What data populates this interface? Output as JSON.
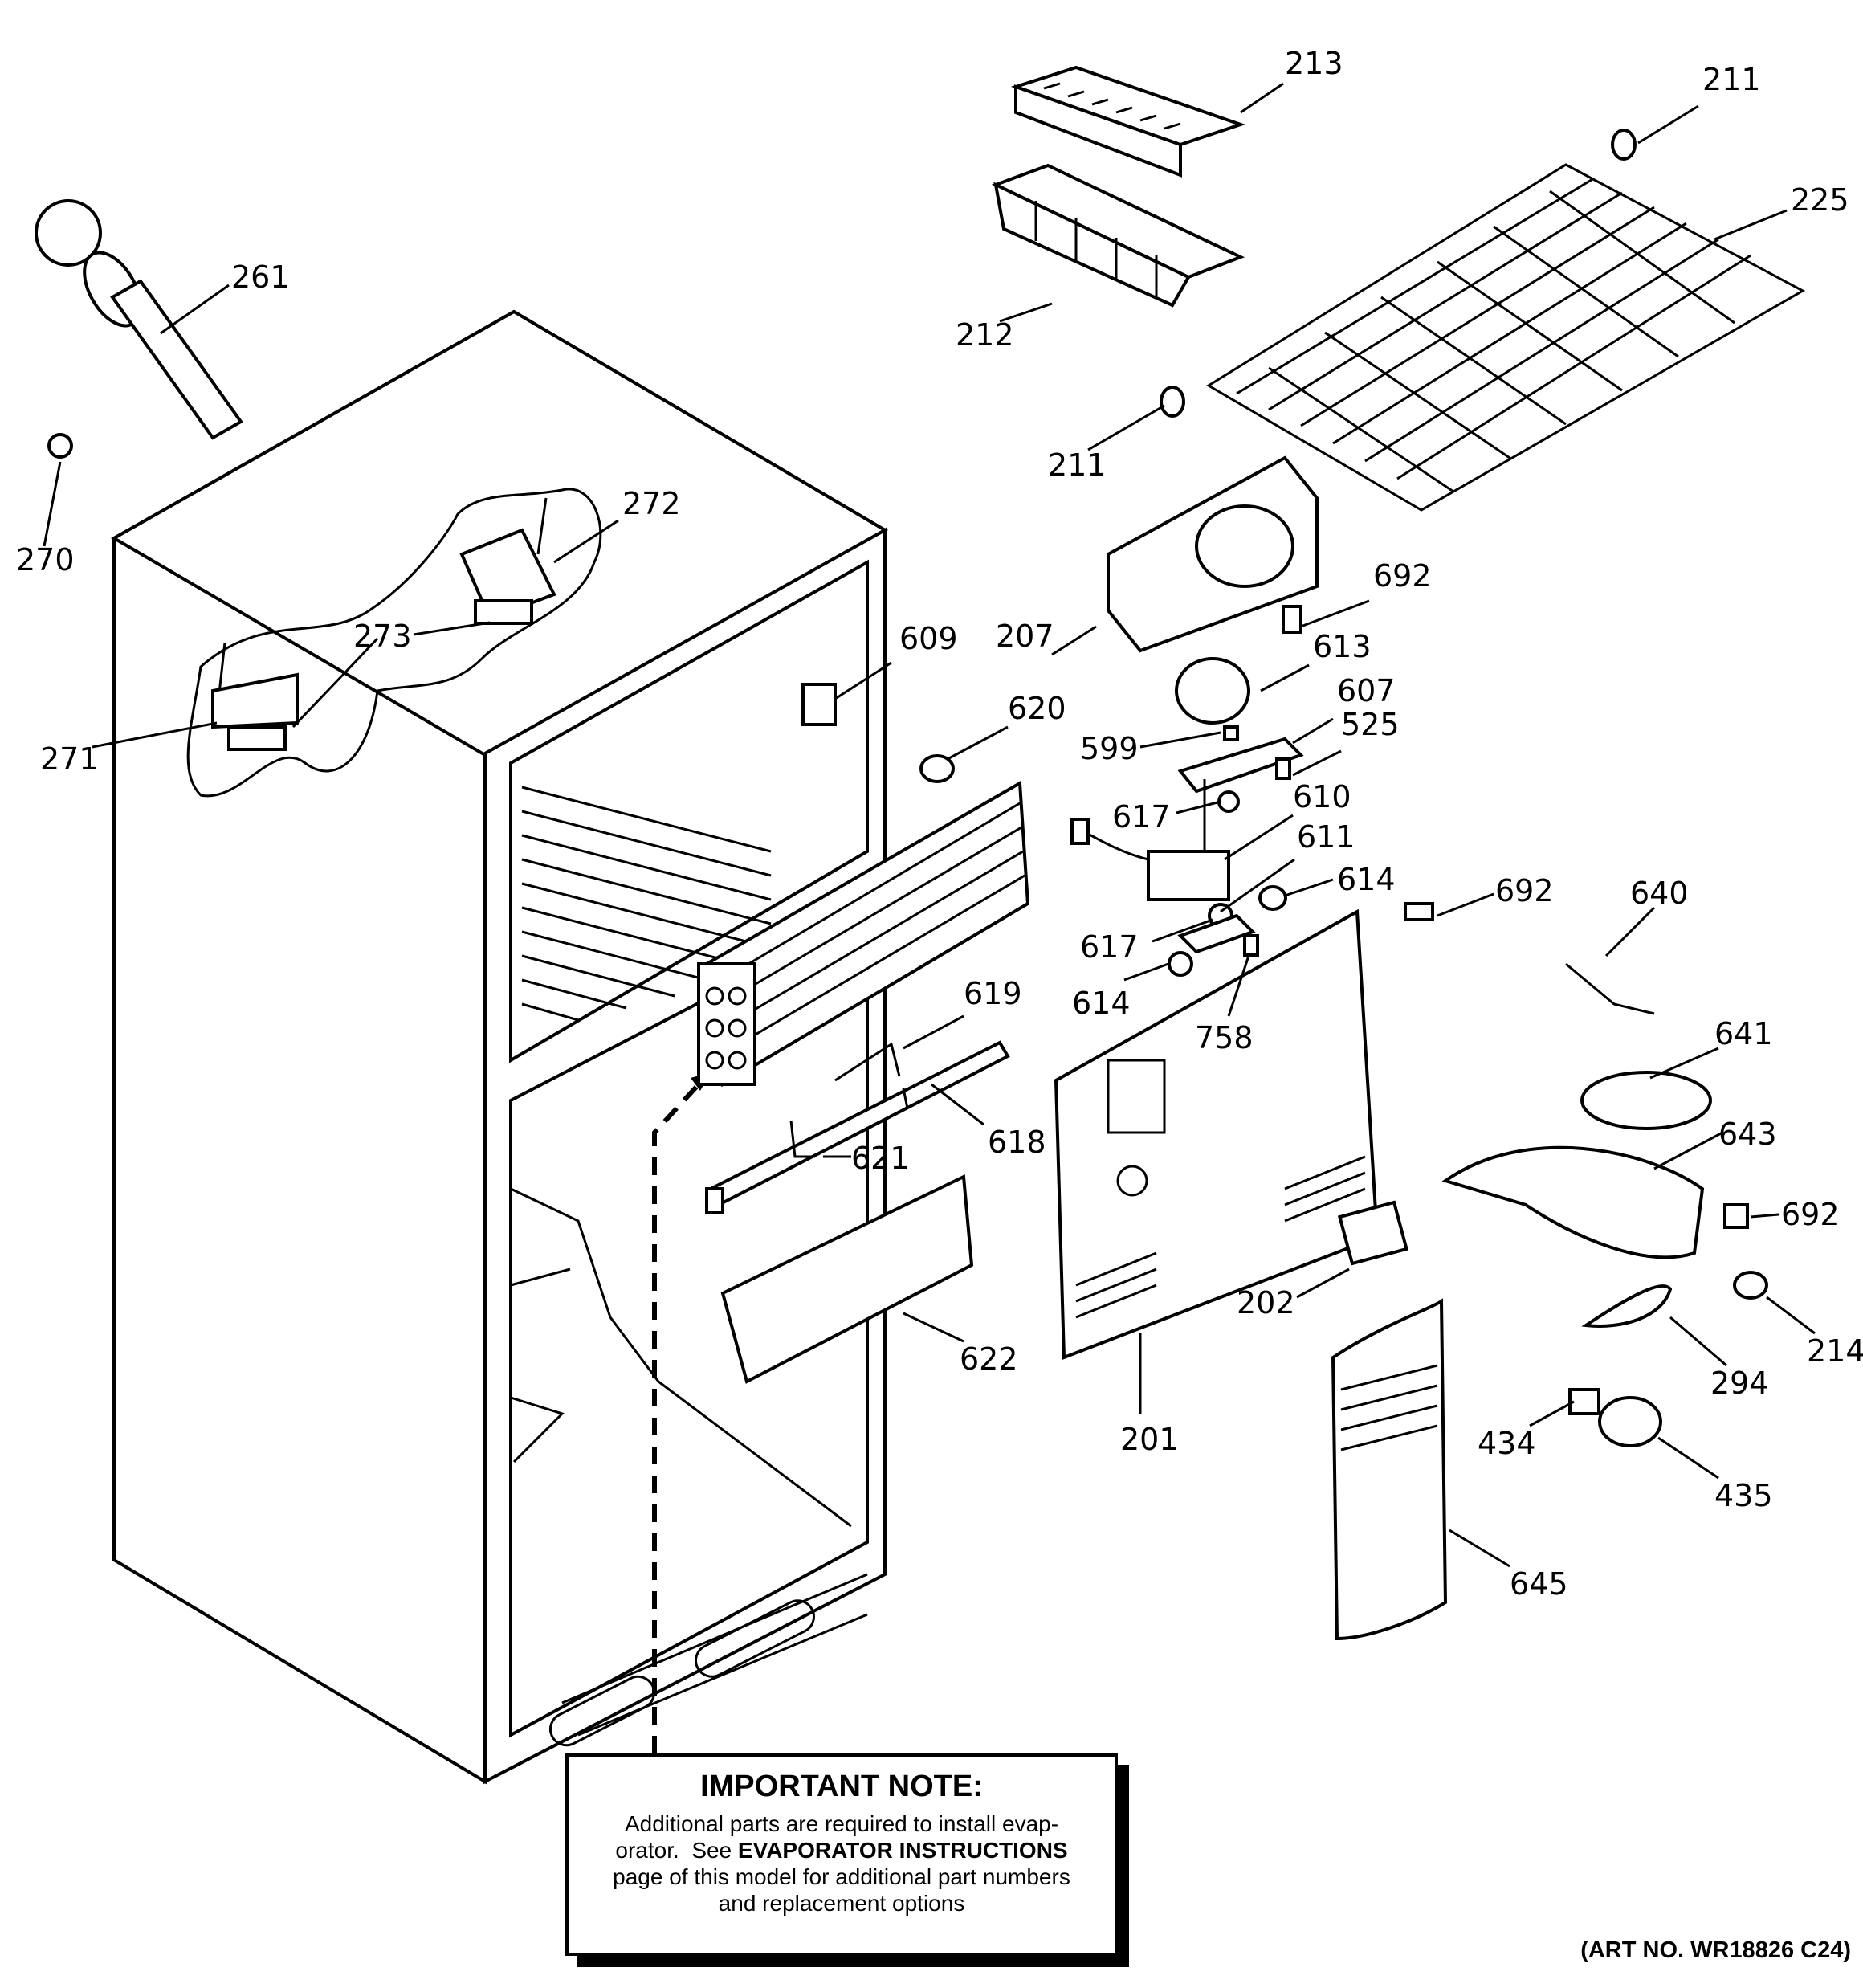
{
  "labels": {
    "l213": "213",
    "l211a": "211",
    "l225": "225",
    "l212": "212",
    "l211b": "211",
    "l261": "261",
    "l270": "270",
    "l272": "272",
    "l273": "273",
    "l271": "271",
    "l609": "609",
    "l620": "620",
    "l207": "207",
    "l692a": "692",
    "l613": "613",
    "l607": "607",
    "l599": "599",
    "l525": "525",
    "l617a": "617",
    "l610": "610",
    "l611": "611",
    "l614a": "614",
    "l617b": "617",
    "l692b": "692",
    "l640": "640",
    "l614b": "614",
    "l758": "758",
    "l619": "619",
    "l641": "641",
    "l618": "618",
    "l621": "621",
    "l643": "643",
    "l692c": "692",
    "l202": "202",
    "l214": "214",
    "l622": "622",
    "l294": "294",
    "l201": "201",
    "l434": "434",
    "l435": "435",
    "l645": "645"
  },
  "note": {
    "title": "IMPORTANT NOTE:",
    "line1": "Additional parts are required to install evap-",
    "line2_pre": "orator.  See ",
    "line2_bold": "EVAPORATOR INSTRUCTIONS",
    "line3": "page of this model for additional part numbers",
    "line4": "and replacement options"
  },
  "art_number": "(ART NO. WR18826 C24)"
}
